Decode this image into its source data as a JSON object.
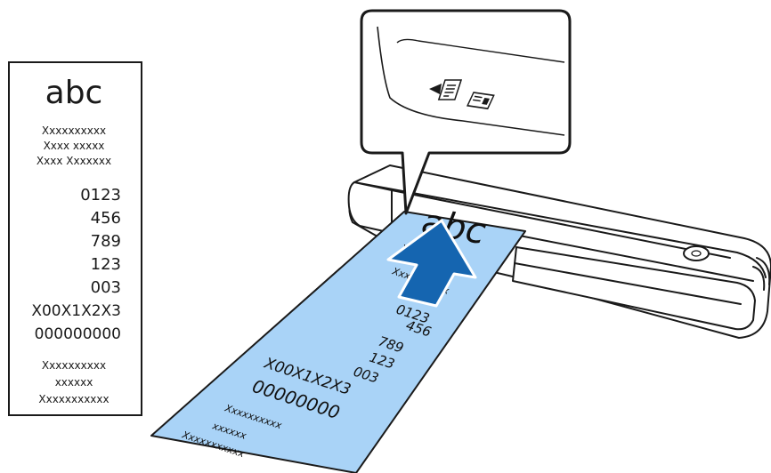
{
  "sample_document": {
    "heading": "abc",
    "lines_top": [
      "Xxxxxxxxxx",
      "Xxxx xxxxx",
      "Xxxx Xxxxxxx"
    ],
    "numbers": [
      "0123",
      "456",
      "789",
      "123",
      "003",
      "X00X1X2X3",
      "000000000"
    ],
    "lines_bottom": [
      "Xxxxxxxxxx",
      "xxxxxx",
      "Xxxxxxxxxxx"
    ]
  },
  "fed_paper": {
    "heading": "abc",
    "lines_top": [
      "Xxxx",
      "Xxx",
      "xxxx"
    ],
    "numbers": [
      "0123",
      "456",
      "789",
      "123",
      "003",
      "X00X1X2X3",
      "00000000"
    ],
    "lines_bottom": [
      "Xxxxxxxxxx",
      "xxxxxx",
      "Xxxxxxxxxxx"
    ]
  },
  "colors": {
    "paper_fill": "#a9d3f7",
    "arrow_fill": "#1565b0",
    "outline": "#1a1a1a",
    "scanner_body": "#ffffff"
  },
  "icons": [
    "insert-direction-triangle-icon",
    "document-icon",
    "card-icon",
    "power-button-icon"
  ]
}
